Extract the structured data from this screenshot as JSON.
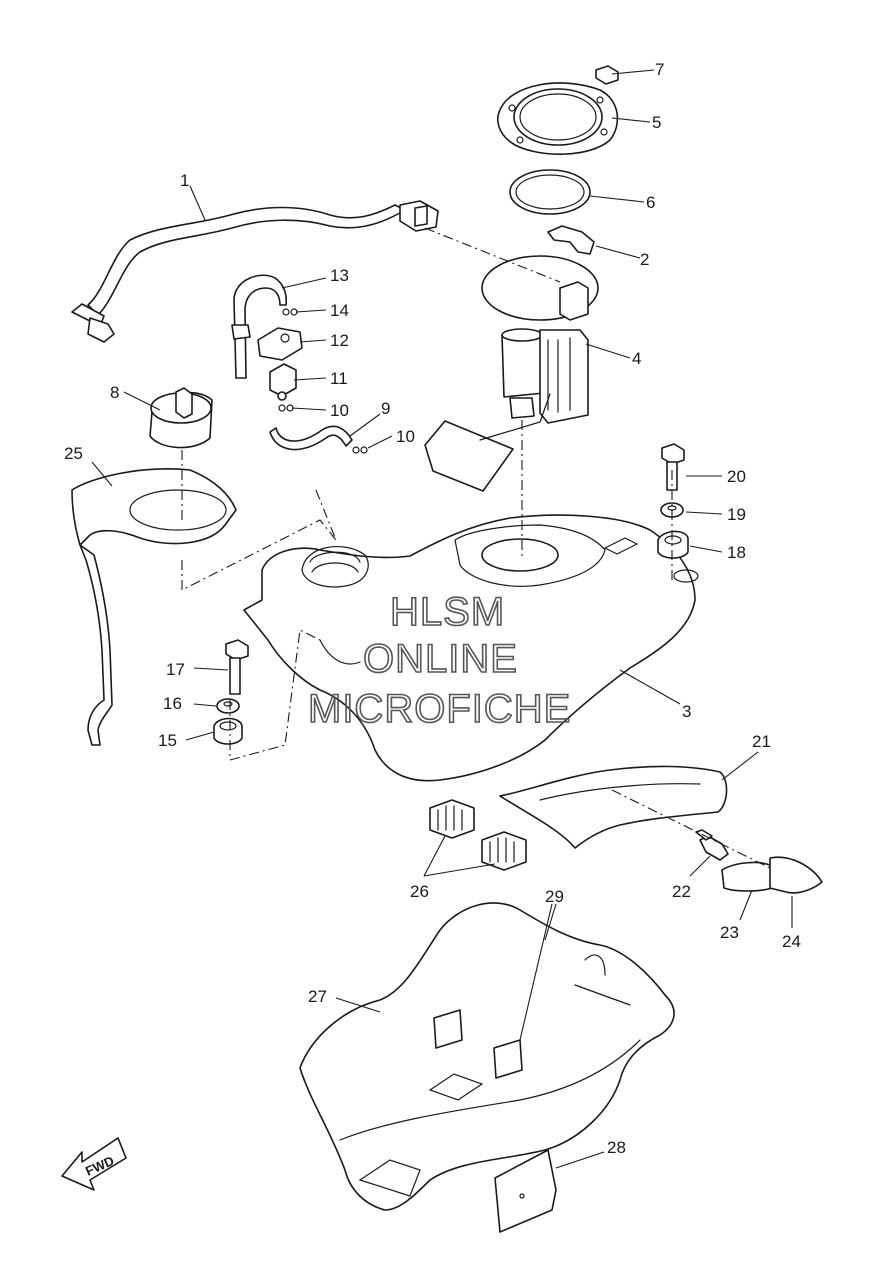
{
  "watermark": {
    "line1": "HLSM",
    "line2": "ONLINE",
    "line3": "MICROFICHE"
  },
  "direction_label": "FWD",
  "part_numbers": [
    "1",
    "2",
    "3",
    "4",
    "5",
    "6",
    "7",
    "8",
    "9",
    "10",
    "10",
    "11",
    "12",
    "13",
    "14",
    "15",
    "16",
    "17",
    "18",
    "19",
    "20",
    "21",
    "22",
    "23",
    "24",
    "25",
    "26",
    "27",
    "28",
    "29"
  ]
}
